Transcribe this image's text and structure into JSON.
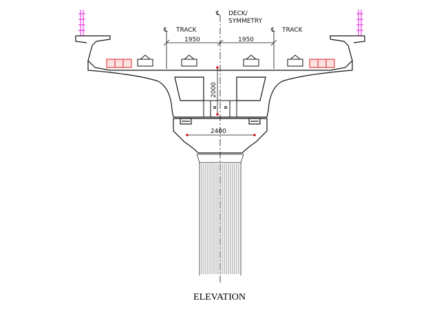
{
  "labels": {
    "deck_line1": "DECK/",
    "deck_line2": "SYMMETRY",
    "track_left": "TRACK",
    "track_right": "TRACK",
    "dim_left": "1950",
    "dim_right": "1950",
    "dim_vertical": "2000",
    "dim_bearing": "2400",
    "centerline_symbol": "℄"
  },
  "caption": "ELEVATION",
  "colors": {
    "railing": "#e020e0",
    "bearing_box": "#e02020",
    "dimension_marks": "#d01010",
    "lines": "#111111"
  }
}
